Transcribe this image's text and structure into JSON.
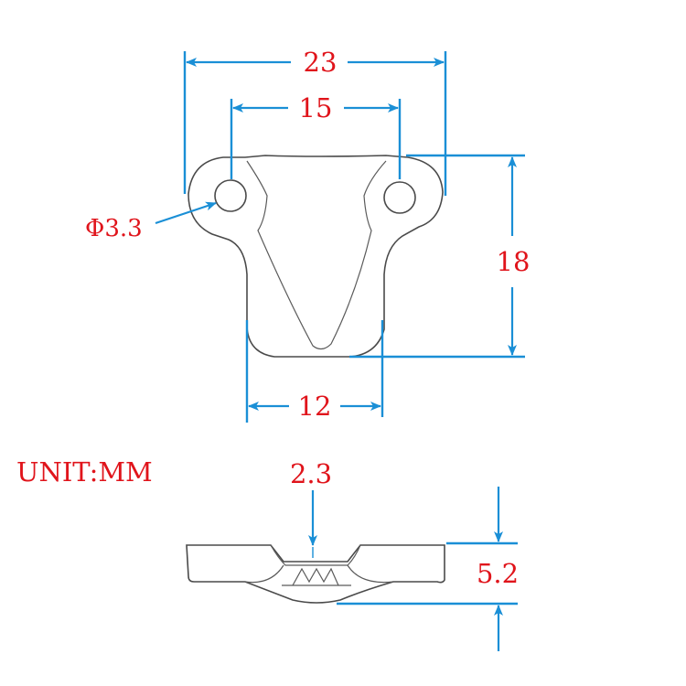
{
  "drawing": {
    "unit_label": "UNIT:MM",
    "dimensions": {
      "overall_width": "23",
      "hole_spacing": "15",
      "hole_diameter": "Φ3.3",
      "height": "18",
      "bottom_width": "12",
      "thickness": "2.3",
      "side_height": "5.2"
    },
    "colors": {
      "dimension_line": "#1a8fd6",
      "dimension_text": "#e0141b",
      "part_outline": "#4a4a4a"
    }
  }
}
